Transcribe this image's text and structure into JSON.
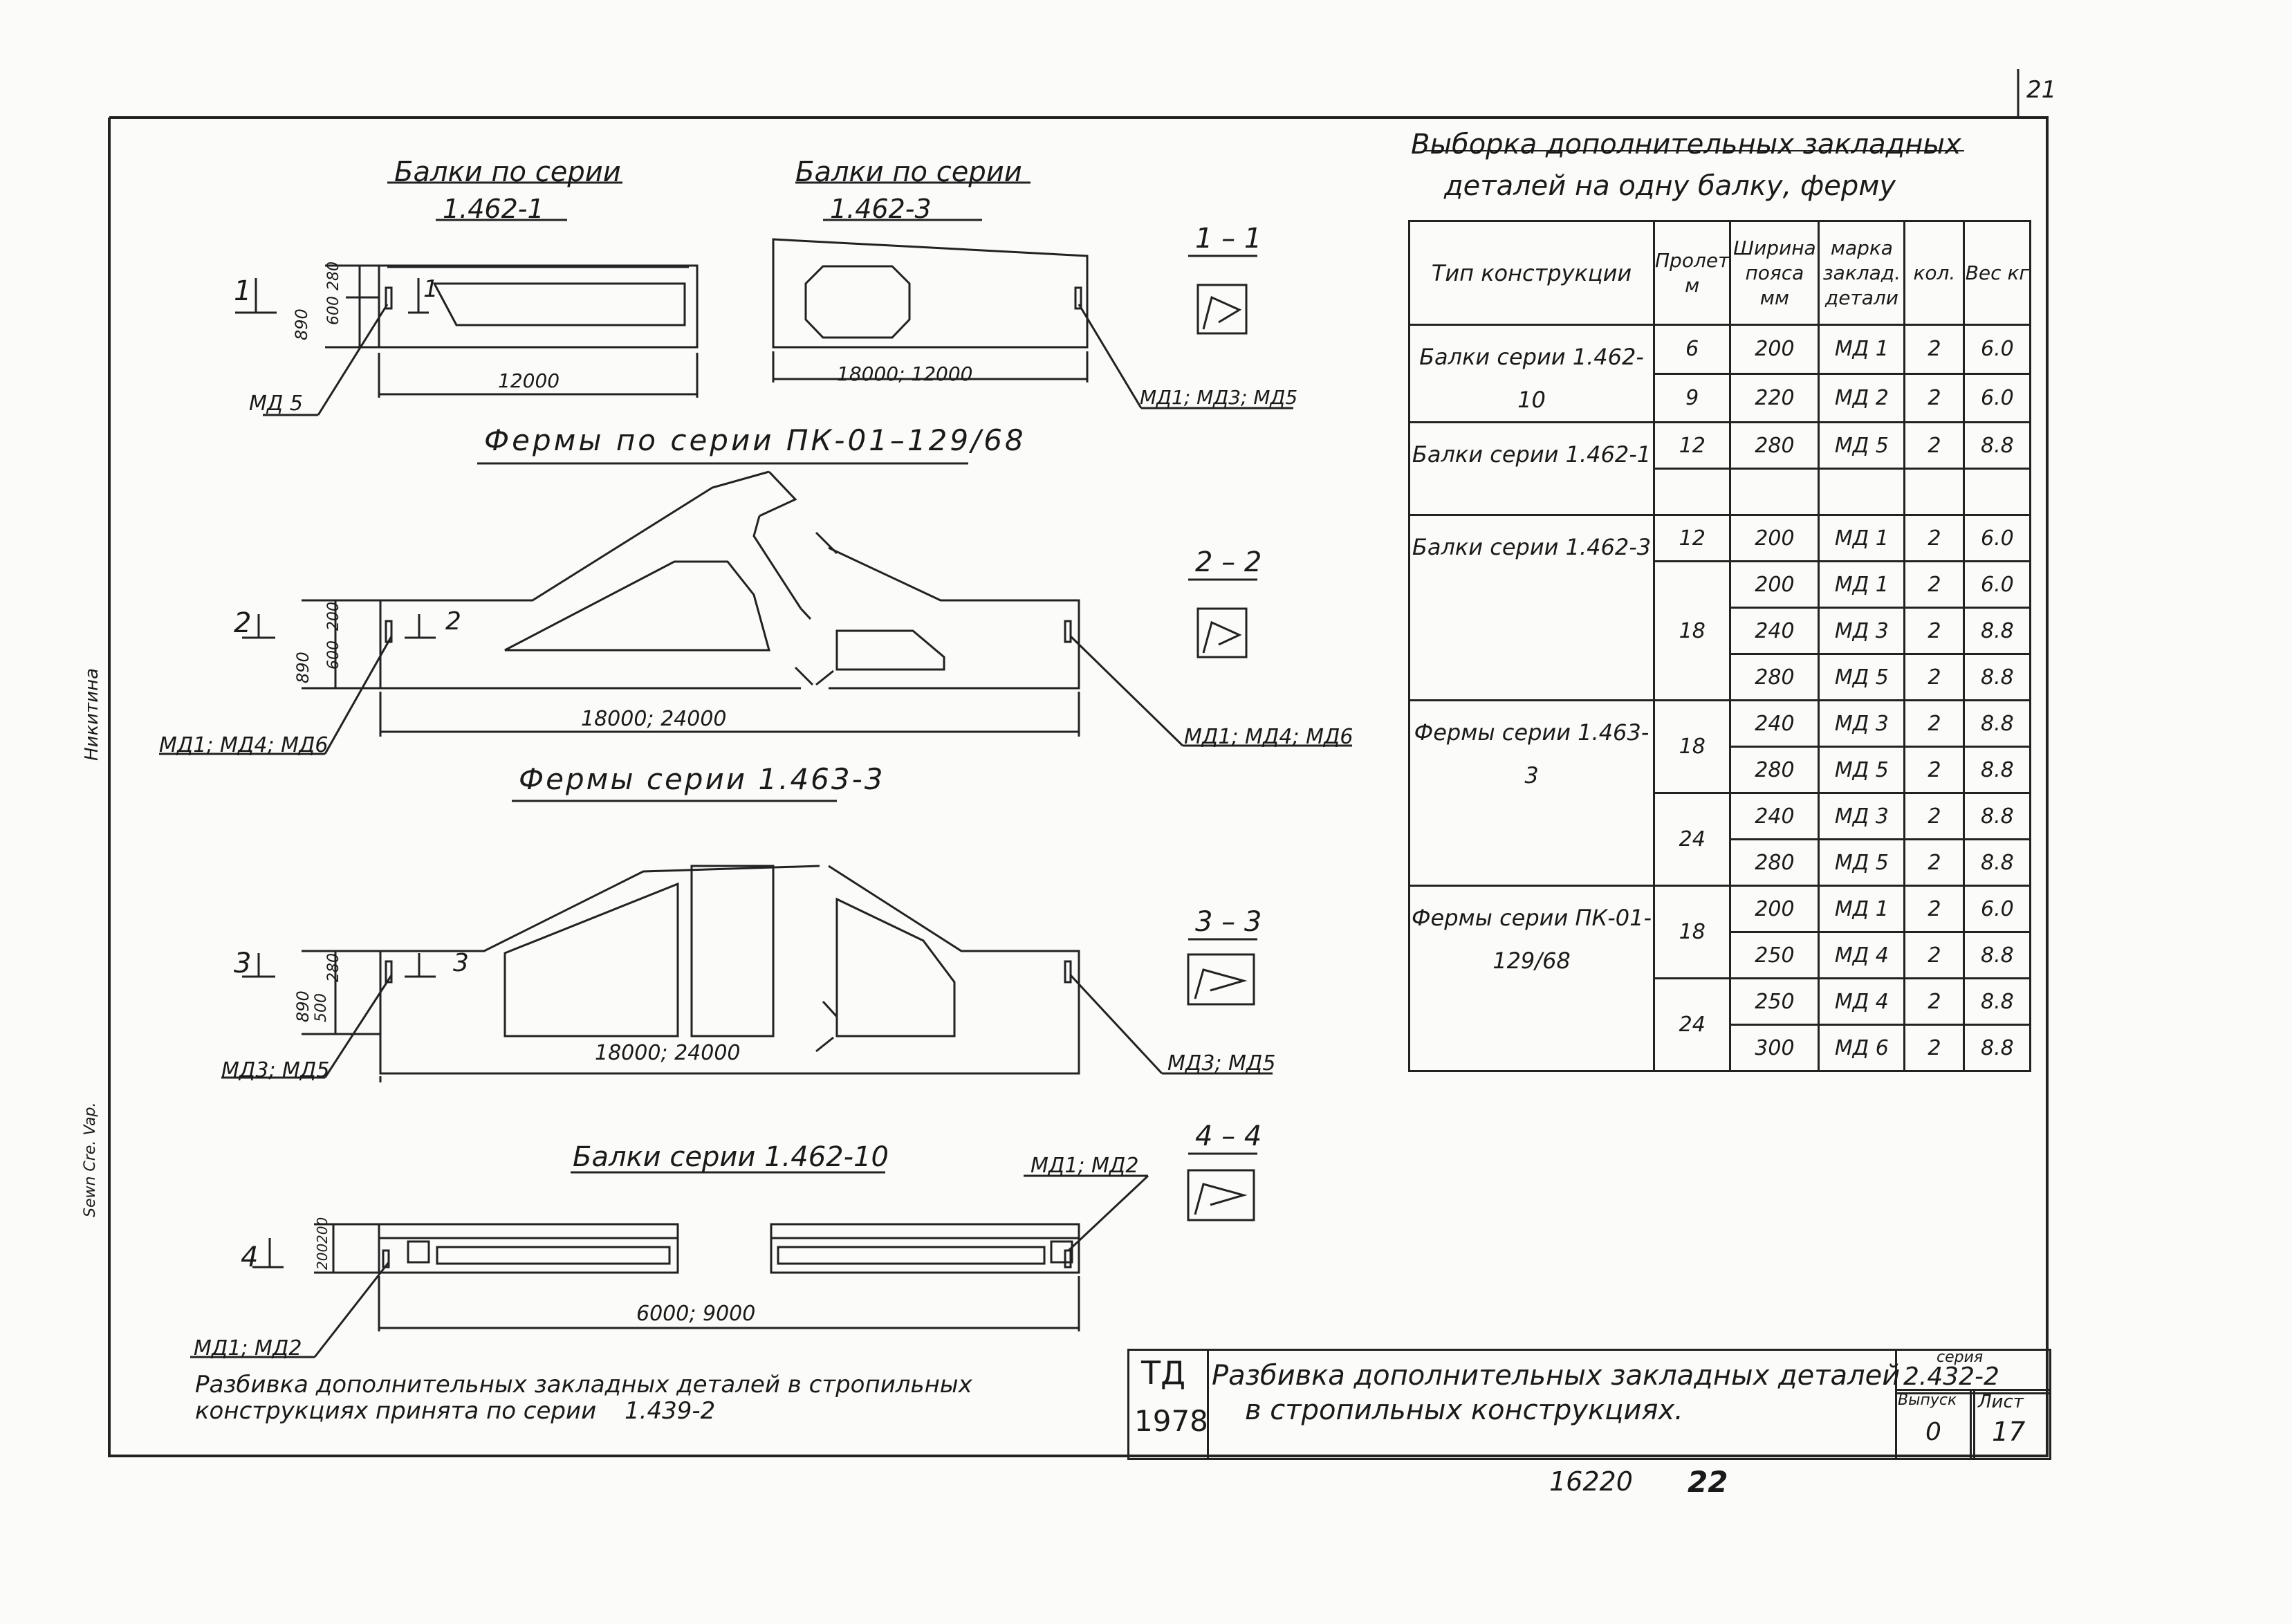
{
  "sheet_number": "21",
  "left_margin": {
    "signature": "Никитина",
    "note": "Sewn Cre. Vap."
  },
  "beams_1462_1": {
    "title": "Балки по серии",
    "series": "1.462-1",
    "marker": "1",
    "section_mark": "1",
    "dim_height": "890",
    "dim_middle": "600",
    "dim_top": "280",
    "length": "12000",
    "callout": "МД 5"
  },
  "beams_1462_3": {
    "title": "Балки по серии",
    "series": "1.462-3",
    "length": "18000; 12000",
    "callout": "МД1; МД3; МД5"
  },
  "section_1": {
    "label": "1 – 1"
  },
  "trusses_pk": {
    "title": "Фермы по серии ПК-01–129/68",
    "marker": "2",
    "section_mark": "2",
    "dim_height": "890",
    "dim_middle": "600",
    "dim_top": "200",
    "length": "18000; 24000",
    "callout_left": "МД1; МД4; МД6",
    "callout_right": "МД1; МД4; МД6"
  },
  "section_2": {
    "label": "2 – 2"
  },
  "trusses_1463": {
    "title": "Фермы серии 1.463-3",
    "marker": "3",
    "section_mark": "3",
    "dim_height": "890",
    "dim_middle": "500",
    "dim_top": "280",
    "length": "18000; 24000",
    "callout_left": "МД3; МД5",
    "callout_right": "МД3; МД5"
  },
  "section_3": {
    "label": "3 – 3"
  },
  "beams_1462_10": {
    "title": "Балки серии 1.462-10",
    "marker": "4",
    "dim_a": "200",
    "dim_b": "200",
    "length": "6000; 9000",
    "callout_left": "МД1; МД2",
    "callout_right": "МД1; МД2"
  },
  "section_4": {
    "label": "4 – 4"
  },
  "note": {
    "line1": "Разбивка дополнительных закладных деталей в стропильных",
    "line2": "конструкциях принята по серии",
    "series": "1.439-2"
  },
  "table": {
    "title_line1": "Выборка дополнительных закладных",
    "title_line2": "деталей на одну балку, ферму",
    "headers": [
      "Тип конструкции",
      "Пролет м",
      "Ширина пояса мм",
      "марка заклад. детали",
      "кол.",
      "Вес кг"
    ],
    "groups": [
      {
        "type": "Балки серии 1.462-10",
        "rows": [
          {
            "span": "6",
            "width": "200",
            "mark": "МД 1",
            "qty": "2",
            "weight": "6.0"
          },
          {
            "span": "9",
            "width": "220",
            "mark": "МД 2",
            "qty": "2",
            "weight": "6.0"
          }
        ]
      },
      {
        "type": "Балки серии 1.462-1",
        "rows": [
          {
            "span": "12",
            "width": "280",
            "mark": "МД 5",
            "qty": "2",
            "weight": "8.8"
          },
          {
            "span": "",
            "width": "",
            "mark": "",
            "qty": "",
            "weight": ""
          }
        ]
      },
      {
        "type": "Балки серии 1.462-3",
        "rows": [
          {
            "span": "12",
            "width": "200",
            "mark": "МД 1",
            "qty": "2",
            "weight": "6.0"
          },
          {
            "span": "18",
            "width": "200",
            "mark": "МД 1",
            "qty": "2",
            "weight": "6.0"
          },
          {
            "span": "",
            "width": "240",
            "mark": "МД 3",
            "qty": "2",
            "weight": "8.8"
          },
          {
            "span": "",
            "width": "280",
            "mark": "МД 5",
            "qty": "2",
            "weight": "8.8"
          }
        ]
      },
      {
        "type": "Фермы серии 1.463-3",
        "rows": [
          {
            "span": "18",
            "width": "240",
            "mark": "МД 3",
            "qty": "2",
            "weight": "8.8"
          },
          {
            "span": "",
            "width": "280",
            "mark": "МД 5",
            "qty": "2",
            "weight": "8.8"
          },
          {
            "span": "24",
            "width": "240",
            "mark": "МД 3",
            "qty": "2",
            "weight": "8.8"
          },
          {
            "span": "",
            "width": "280",
            "mark": "МД 5",
            "qty": "2",
            "weight": "8.8"
          }
        ]
      },
      {
        "type": "Фермы серии ПК-01-129/68",
        "rows": [
          {
            "span": "18",
            "width": "200",
            "mark": "МД 1",
            "qty": "2",
            "weight": "6.0"
          },
          {
            "span": "",
            "width": "250",
            "mark": "МД 4",
            "qty": "2",
            "weight": "8.8"
          },
          {
            "span": "24",
            "width": "250",
            "mark": "МД 4",
            "qty": "2",
            "weight": "8.8"
          },
          {
            "span": "",
            "width": "300",
            "mark": "МД 6",
            "qty": "2",
            "weight": "8.8"
          }
        ]
      }
    ]
  },
  "title_block": {
    "td": "ТД",
    "year": "1978",
    "title_line1": "Разбивка дополнительных закладных деталей",
    "title_line2": "в стропильных конструкциях.",
    "series_label": "серия",
    "series_value": "2.432-2",
    "issue_label": "Выпуск",
    "issue_value": "0",
    "sheet_label": "Лист",
    "sheet_value": "17"
  },
  "footer": {
    "code": "16220",
    "page": "22"
  }
}
